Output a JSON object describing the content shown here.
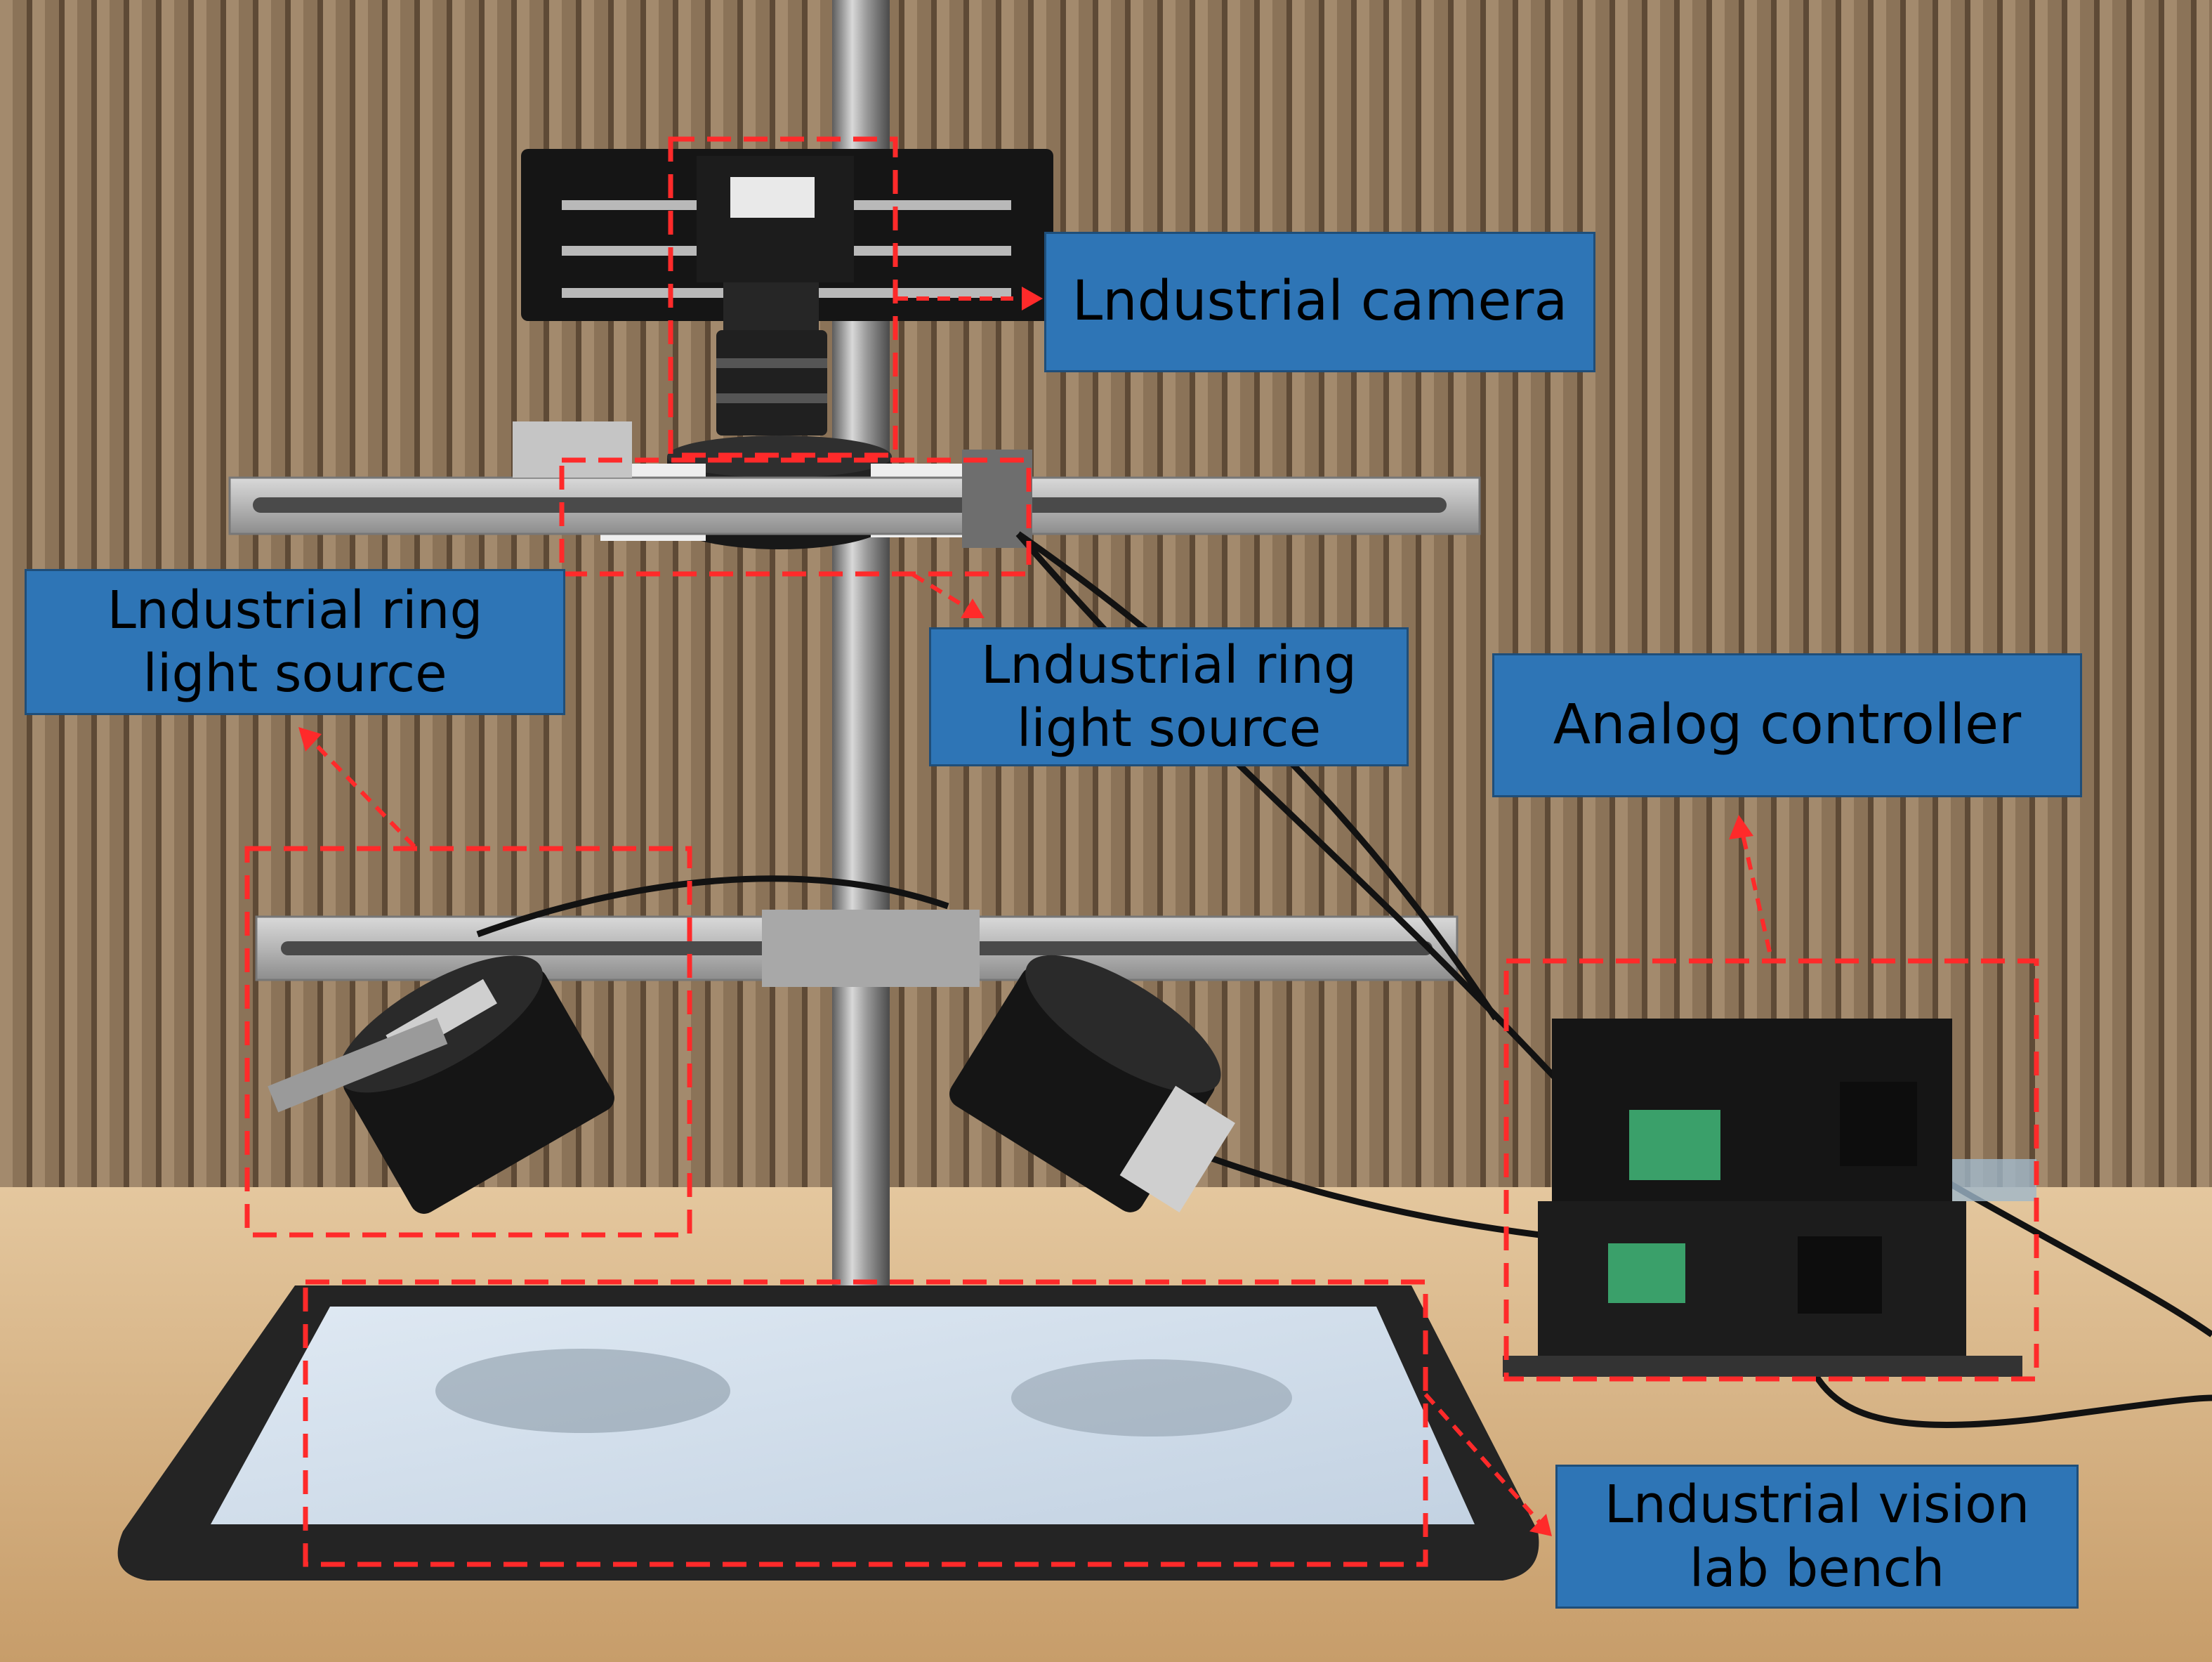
{
  "figure": {
    "callouts": {
      "camera": "Lndustrial camera",
      "ring_light_left": "Lndustrial ring\nlight source",
      "ring_light_center": "Lndustrial ring\nlight source",
      "controller": "Analog controller",
      "bench": "Lndustrial vision\nlab bench"
    },
    "colors": {
      "callout_fill": "#2e75b6",
      "callout_border": "#1f4e79",
      "highlight_box": "#ff2a2a",
      "wall": "#8a7258",
      "table": "#d6b489"
    }
  }
}
